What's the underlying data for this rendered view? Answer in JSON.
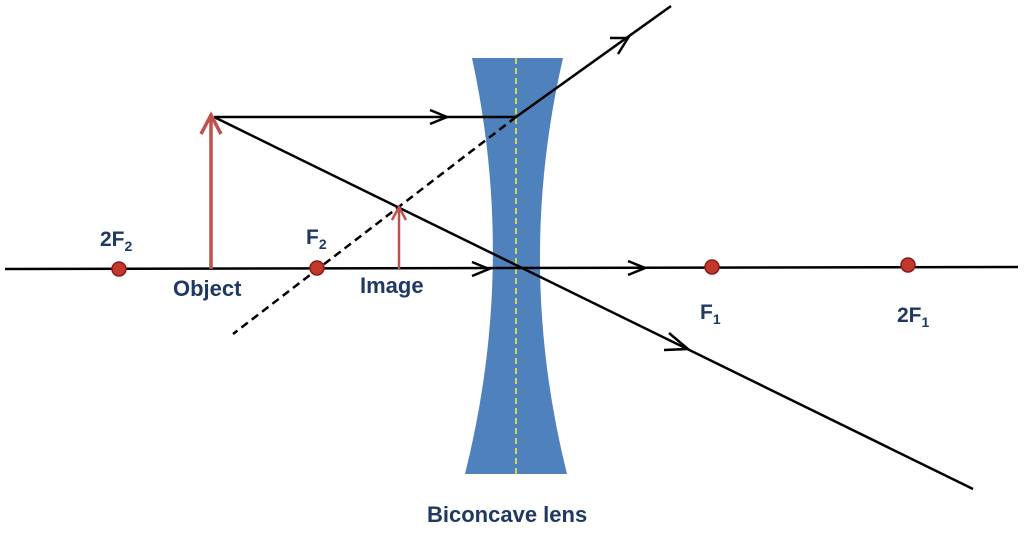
{
  "labels": {
    "object": "Object",
    "image": "Image",
    "lens": "Biconcave lens",
    "focus_left": {
      "main": "F",
      "sub": "2"
    },
    "two_focus_left": {
      "main": "2F",
      "sub": "2"
    },
    "focus_right": {
      "main": "F",
      "sub": "1"
    },
    "two_focus_right": {
      "main": "2F",
      "sub": "1"
    }
  },
  "colors": {
    "lens_fill": "#4f81bd",
    "lens_axis": "#c9d65a",
    "ray": "#000000",
    "arrow": "#c0504d",
    "point_fill": "#c0392b",
    "point_stroke": "#8b1a1a",
    "label": "#1f3864"
  }
}
